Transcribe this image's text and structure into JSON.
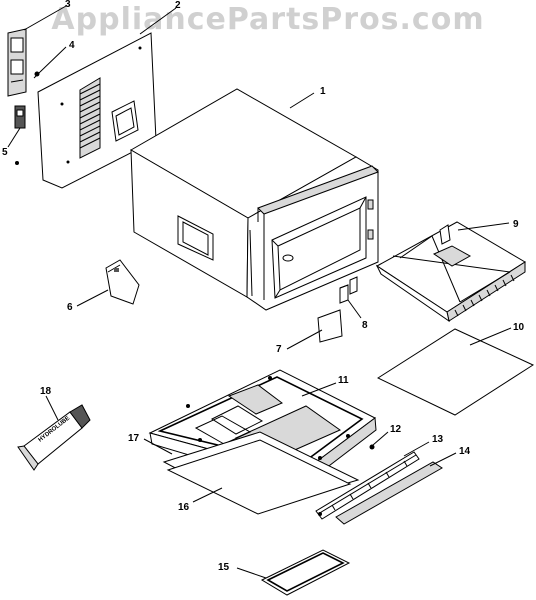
{
  "watermark": "AppliancePartsPros.com",
  "callouts": [
    "1",
    "2",
    "3",
    "4",
    "5",
    "6",
    "7",
    "8",
    "9",
    "10",
    "11",
    "12",
    "13",
    "14",
    "15",
    "16",
    "17",
    "18"
  ],
  "tube_text": "HYDROLUBE"
}
